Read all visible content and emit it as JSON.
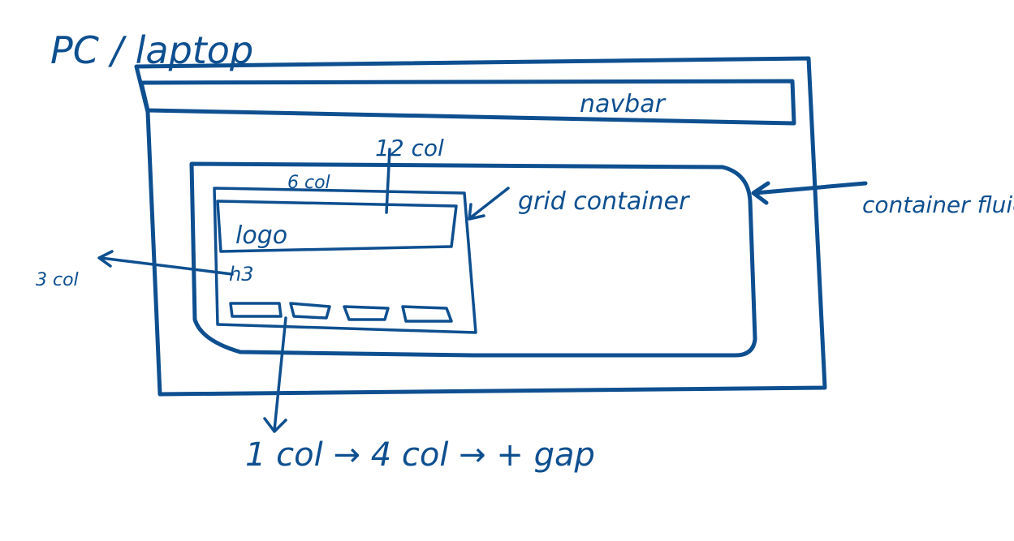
{
  "ink_color": "#0E4F90",
  "background_color": "#FFFFFF",
  "labels": {
    "device": "PC / laptop",
    "navbar": "navbar",
    "col_12": "12 col",
    "col_6": "6 col",
    "grid_container": "grid container",
    "container_fluid": "container fluid",
    "logo": "logo",
    "h3": "h3",
    "col_3": "3 col",
    "buttons_note": "1 col → 4 col → + gap"
  },
  "buttons": [
    {
      "name": "button-1"
    },
    {
      "name": "button-2"
    },
    {
      "name": "button-3"
    },
    {
      "name": "button-4"
    }
  ]
}
